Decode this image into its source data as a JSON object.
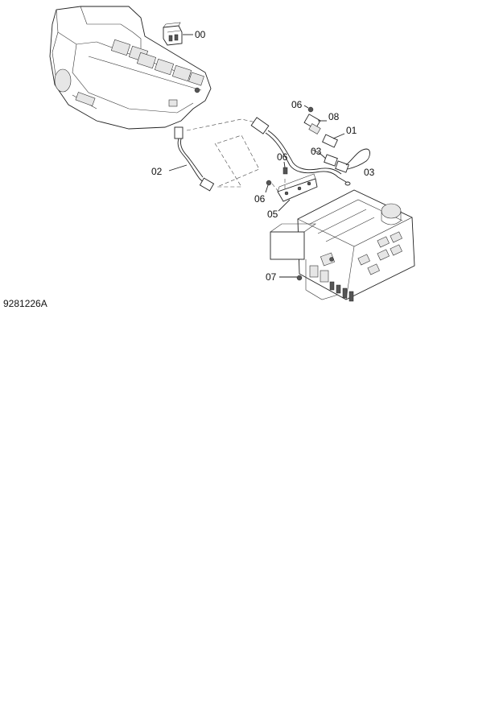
{
  "diagram": {
    "figure_id": "9281226A",
    "part_labels": {
      "p00": "00",
      "p01": "01",
      "p02": "02",
      "p03a": "03",
      "p03b": "03",
      "p05": "05",
      "p06a": "06",
      "p06b": "06",
      "p06c": "06",
      "p07": "07",
      "p08": "08"
    }
  }
}
